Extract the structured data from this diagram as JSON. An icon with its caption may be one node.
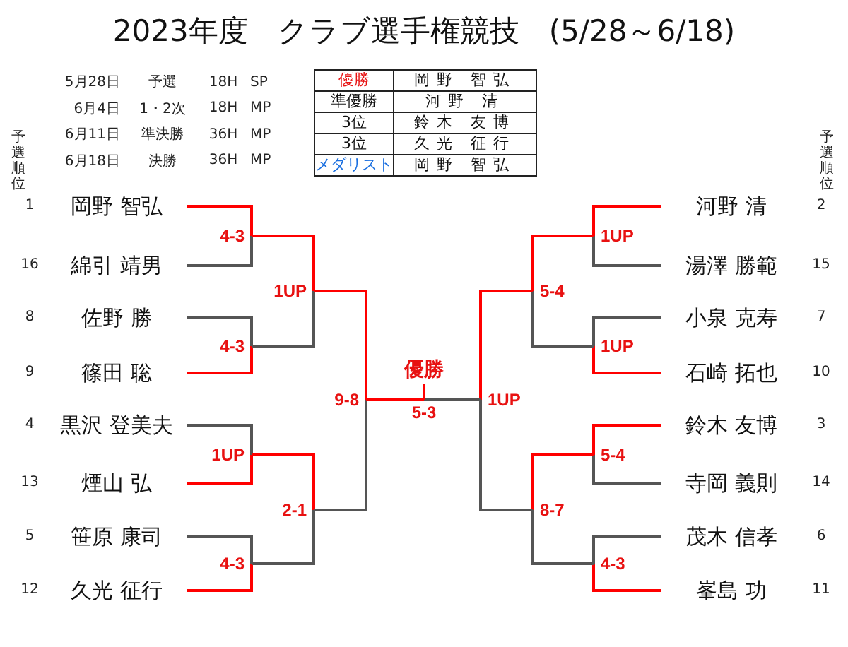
{
  "diagram": {
    "title": "2023年度　クラブ選手権競技　(5/28～6/18)",
    "nodes": [
      {
        "text": [
          "岡野 智弘"
        ],
        "beside": [
          "1"
        ]
      },
      {
        "text": [
          "綿引 靖男"
        ],
        "beside": [
          "16"
        ]
      },
      {
        "text": [
          "佐野 勝"
        ],
        "beside": [
          "8"
        ]
      },
      {
        "text": [
          "篠田 聡"
        ],
        "beside": [
          "9"
        ]
      },
      {
        "text": [
          "黒沢 登美夫"
        ],
        "beside": [
          "4"
        ]
      },
      {
        "text": [
          "煙山 弘"
        ],
        "beside": [
          "13"
        ]
      },
      {
        "text": [
          "笹原 康司"
        ],
        "beside": [
          "5"
        ]
      },
      {
        "text": [
          "久光 征行"
        ],
        "beside": [
          "12"
        ]
      },
      {
        "text": [
          "河野 清"
        ],
        "beside": [
          "2"
        ]
      },
      {
        "text": [
          "湯澤 勝範"
        ],
        "beside": [
          "15"
        ]
      },
      {
        "text": [
          "小泉 克寿"
        ],
        "beside": [
          "7"
        ]
      },
      {
        "text": [
          "石崎 拓也"
        ],
        "beside": [
          "10"
        ]
      },
      {
        "text": [
          "鈴木 友博"
        ],
        "beside": [
          "3"
        ]
      },
      {
        "text": [
          "寺岡 義則"
        ],
        "beside": [
          "14"
        ]
      },
      {
        "text": [
          "茂木 信孝"
        ],
        "beside": [
          "6"
        ]
      },
      {
        "text": [
          "峯島 功"
        ],
        "beside": [
          "11"
        ]
      },
      {
        "text": [
          "4-3"
        ]
      },
      {
        "text": [
          "4-3"
        ]
      },
      {
        "text": [
          "1UP"
        ]
      },
      {
        "text": [
          "4-3"
        ]
      },
      {
        "text": [
          "1UP"
        ]
      },
      {
        "text": [
          "2-1"
        ]
      },
      {
        "text": [
          "9-8"
        ]
      },
      {
        "text": [
          "1UP"
        ]
      },
      {
        "text": [
          "1UP"
        ]
      },
      {
        "text": [
          "5-4"
        ]
      },
      {
        "text": [
          "4-3"
        ]
      },
      {
        "text": [
          "5-4"
        ]
      },
      {
        "text": [
          "8-7"
        ]
      },
      {
        "text": [
          "1UP"
        ]
      },
      {
        "text": [
          "5-3"
        ]
      },
      {
        "text": [
          "優勝"
        ]
      }
    ],
    "edges": [
      {
        "from": 0,
        "to": 16,
        "arrow": "none"
      },
      {
        "from": 1,
        "to": 16,
        "arrow": "none",
        "color": "#555555"
      },
      {
        "from": 2,
        "to": 17,
        "arrow": "none",
        "color": "#555555"
      },
      {
        "from": 3,
        "to": 17,
        "arrow": "none"
      },
      {
        "from": 4,
        "to": 18,
        "arrow": "none",
        "color": "#555555"
      },
      {
        "from": 5,
        "to": 18,
        "arrow": "none"
      },
      {
        "from": 6,
        "to": 19,
        "arrow": "none",
        "color": "#555555"
      },
      {
        "from": 7,
        "to": 19,
        "arrow": "none"
      },
      {
        "from": 16,
        "to": 20,
        "arrow": "none"
      },
      {
        "from": 17,
        "to": 20,
        "arrow": "none",
        "color": "#555555"
      },
      {
        "from": 18,
        "to": 21,
        "arrow": "none"
      },
      {
        "from": 19,
        "to": 21,
        "arrow": "none",
        "color": "#555555"
      },
      {
        "from": 20,
        "to": 22,
        "arrow": "none"
      },
      {
        "from": 21,
        "to": 22,
        "arrow": "none",
        "color": "#555555"
      },
      {
        "from": 8,
        "to": 23,
        "arrow": "none"
      },
      {
        "from": 9,
        "to": 23,
        "arrow": "none",
        "color": "#555555"
      },
      {
        "from": 10,
        "to": 24,
        "arrow": "none",
        "color": "#555555"
      },
      {
        "from": 11,
        "to": 24,
        "arrow": "none"
      },
      {
        "from": 12,
        "to": 25,
        "arrow": "none"
      },
      {
        "from": 13,
        "to": 25,
        "arrow": "none",
        "color": "#555555"
      },
      {
        "from": 14,
        "to": 26,
        "arrow": "none",
        "color": "#555555"
      },
      {
        "from": 15,
        "to": 26,
        "arrow": "none"
      },
      {
        "from": 23,
        "to": 27,
        "arrow": "none"
      },
      {
        "from": 24,
        "to": 27,
        "arrow": "none",
        "color": "#555555"
      },
      {
        "from": 25,
        "to": 28,
        "arrow": "none"
      },
      {
        "from": 26,
        "to": 28,
        "arrow": "none",
        "color": "#555555"
      },
      {
        "from": 27,
        "to": 29,
        "arrow": "none"
      },
      {
        "from": 28,
        "to": 29,
        "arrow": "none",
        "color": "#555555"
      },
      {
        "from": 22,
        "to": 30,
        "arrow": "none"
      },
      {
        "from": 29,
        "to": 30,
        "arrow": "none",
        "color": "#555555"
      },
      {
        "from": 30,
        "to": 31,
        "arrow": "none"
      }
    ],
    "labels": [
      "5月28日",
      "予選",
      "18H",
      "SP",
      "6月4日",
      "1・2次",
      "18H",
      "MP",
      "6月11日",
      "準決勝",
      "36H",
      "MP",
      "6月18日",
      "決勝",
      "36H",
      "MP",
      "優勝",
      "岡野 智弘",
      "準優勝",
      "河野 清",
      "3位",
      "鈴木 友博",
      "3位",
      "久光 征行",
      "メダリスト",
      "岡野 智弘",
      "予選順位",
      "予選順位"
    ]
  }
}
